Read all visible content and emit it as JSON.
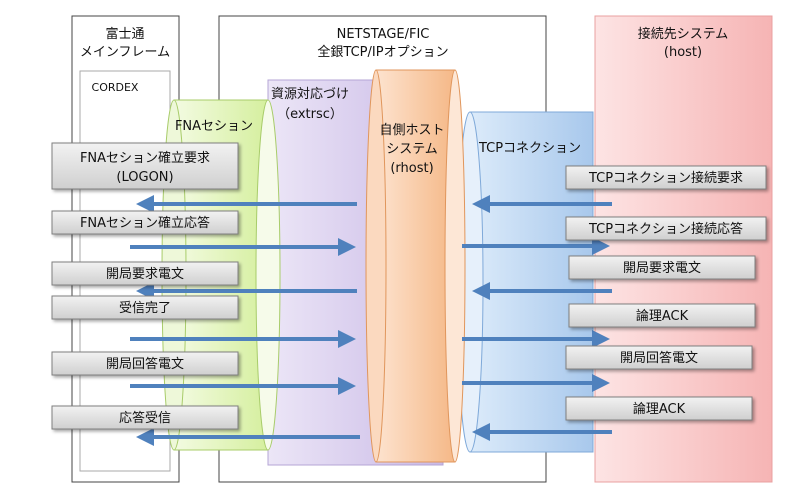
{
  "columns": {
    "mainframe": {
      "title_line1": "富士通",
      "title_line2": "メインフレーム",
      "inner_label": "CORDEX"
    },
    "netstage": {
      "title_line1": "NETSTAGE/FIC",
      "title_line2": "全銀TCP/IPオプション"
    },
    "host": {
      "title_line1": "接続先システム",
      "title_line2": "(host)"
    }
  },
  "layers": {
    "fna_session": "FNAセション",
    "resource_mapping_line1": "資源対応づけ",
    "resource_mapping_line2": "（extrsc）",
    "own_host_line1": "自側ホスト",
    "own_host_line2": "システム",
    "own_host_line3": "(rhost)",
    "tcp_connection": "TCPコネクション"
  },
  "left_messages": [
    {
      "line1": "FNAセション確立要求",
      "line2": "(LOGON)"
    },
    {
      "line1": "FNAセション確立応答"
    },
    {
      "line1": "開局要求電文"
    },
    {
      "line1": "受信完了"
    },
    {
      "line1": "開局回答電文"
    },
    {
      "line1": "応答受信"
    }
  ],
  "right_messages": [
    {
      "line1": "TCPコネクション接続要求"
    },
    {
      "line1": "TCPコネクション接続応答"
    },
    {
      "line1": "開局要求電文"
    },
    {
      "line1": "論理ACK"
    },
    {
      "line1": "開局回答電文"
    },
    {
      "line1": "論理ACK"
    }
  ],
  "colors": {
    "arrow": "#4f81bd",
    "fna_fill": "#e8f6c8",
    "resource_fill": "#dcd0ef",
    "rhost_fill": "#fad3b4",
    "tcp_fill": "#c4dcf3",
    "host_fill": "#fbd3d3",
    "msg_box_fill": "#d9d9d9"
  }
}
